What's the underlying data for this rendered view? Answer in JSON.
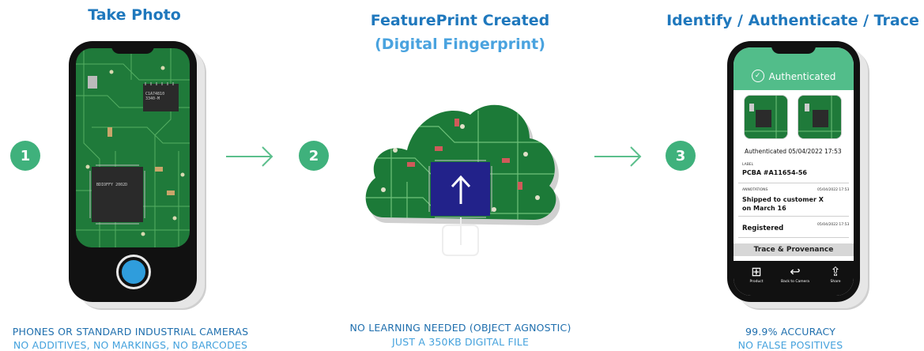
{
  "steps": [
    {
      "number": "1",
      "title": "Take Photo",
      "caption_line1": "PHONES OR STANDARD INDUSTRIAL CAMERAS",
      "caption_line2": "NO ADDITIVES, NO MARKINGS, NO BARCODES"
    },
    {
      "number": "2",
      "title": "FeaturePrint Created",
      "subtitle": "(Digital Fingerprint)",
      "caption_line1": "NO LEARNING NEEDED (OBJECT AGNOSTIC)",
      "caption_line2": "JUST A 350KB DIGITAL FILE"
    },
    {
      "number": "3",
      "title": "Identify / Authenticate / Trace",
      "caption_line1": "99.9% ACCURACY",
      "caption_line2": "NO FALSE POSITIVES"
    }
  ],
  "pcb_chip_text": {
    "chip1": "C1A74810 3340-M",
    "chip2": "BDIOFFY 2002D"
  },
  "app": {
    "status": "Authenticated",
    "authenticated_line": "Authenticated 05/04/2022 17:53",
    "label_heading": "LABEL",
    "label_value": "PCBA #A11654-56",
    "annotations_heading": "ANNOTATIONS",
    "annotations_time": "05/04/2022 17:53",
    "annotation_value": "Shipped to customer X on March 16",
    "registered": "Registered",
    "registered_time": "05/04/2022 17:53",
    "trace_button": "Trace & Provenance",
    "nav": [
      {
        "label": "Product",
        "icon": "grid-icon"
      },
      {
        "label": "Back to Camera",
        "icon": "back-arrow-icon"
      },
      {
        "label": "Share",
        "icon": "share-icon"
      }
    ]
  },
  "colors": {
    "title_blue": "#1f78bd",
    "light_blue": "#4aa3df",
    "step_green": "#3fb17c",
    "app_green": "#52bd8a",
    "pcb_green": "#1e7a3b"
  }
}
